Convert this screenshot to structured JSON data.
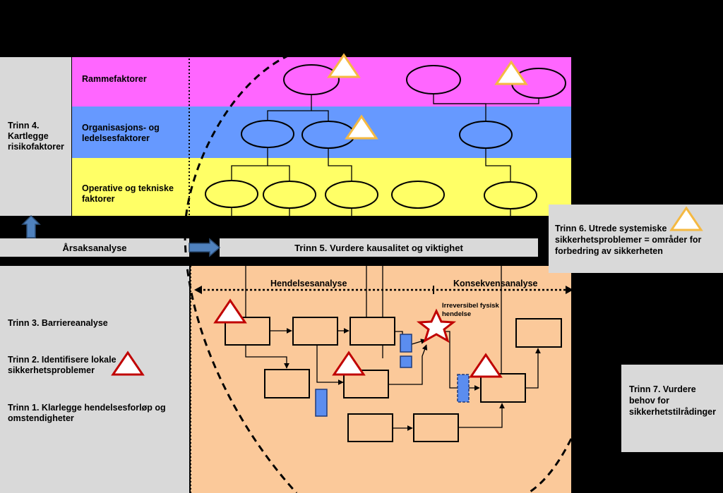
{
  "left_panel": {
    "trinn4": [
      "Trinn 4.",
      "Kartlegge",
      "risikofaktorer"
    ],
    "trinn3": "Trinn 3. Barriereanalyse",
    "trinn2": [
      "Trinn 2. Identifisere lokale",
      "sikkerhetsproblemer"
    ],
    "trinn1": [
      "Trinn 1. Klarlegge hendelsesforløp og",
      "omstendigheter"
    ]
  },
  "bands": {
    "rammefaktorer": "Rammefaktorer",
    "organisasjon": [
      "Organisasjons- og",
      "ledelsesfaktorer"
    ],
    "operative": [
      "Operative og tekniske",
      "faktorer"
    ]
  },
  "arsaksanalyse": "Årsaksanalyse",
  "trinn5": "Trinn 5. Vurdere kausalitet og viktighet",
  "trinn6": [
    "Trinn 6. Utrede systemiske",
    "sikkerhetsproblemer = områder for",
    "forbedring av sikkerheten"
  ],
  "trinn7": [
    "Trinn 7. Vurdere",
    "behov for",
    "sikkerhetstilrådinger"
  ],
  "hendelsesanalyse": "Hendelsesanalyse",
  "konsekvensanalyse": "Konsekvensanalyse",
  "irreversibel": [
    "Irreversibel fysisk",
    "hendelse"
  ],
  "colors": {
    "magenta": "#ff66ff",
    "blue": "#6699ff",
    "yellow": "#ffff66",
    "orange": "#fbc99a",
    "gray": "#d9d9d9",
    "warning_yellow": "#f5b942",
    "warning_red": "#c00000",
    "barrier": "#5b8def"
  }
}
